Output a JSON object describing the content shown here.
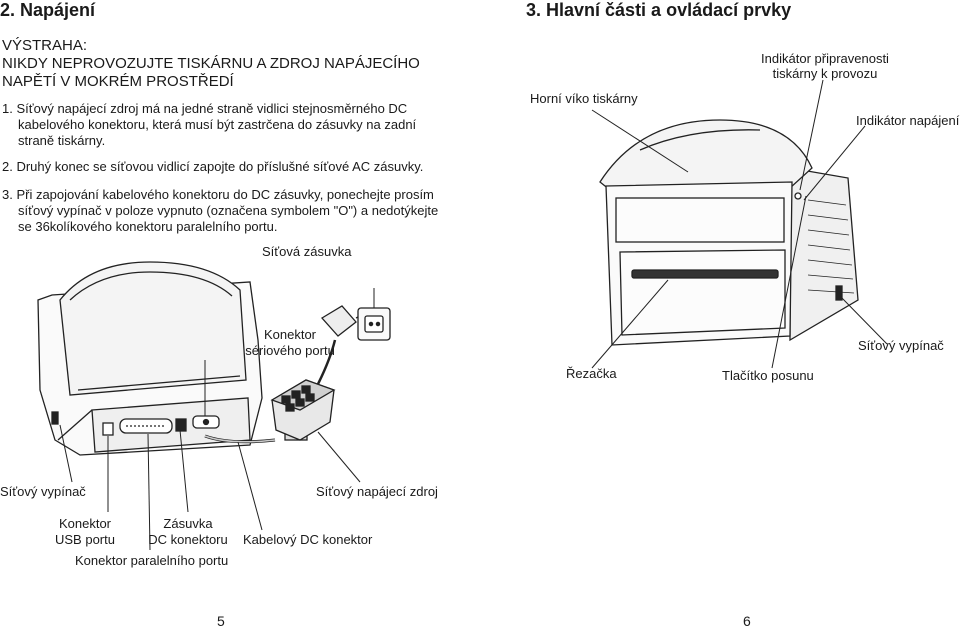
{
  "left": {
    "heading": "2. Napájení",
    "warning_line1": "VÝSTRAHA:",
    "warning_line2": "NIKDY NEPROVOZUJTE TISKÁRNU A ZDROJ NAPÁJECÍHO",
    "warning_line3": "NAPĚTÍ V MOKRÉM PROSTŘEDÍ",
    "steps": [
      {
        "l1": "1. Síťový napájecí zdroj má na jedné straně vidlici stejnosměrného DC",
        "l2": "kabelového konektoru, která musí být zastrčena do zásuvky na zadní",
        "l3": "straně tiskárny."
      },
      {
        "l1": "2. Druhý konec se síťovou vidlicí zapojte do příslušné síťové AC zásuvky."
      },
      {
        "l1": "3. Při zapojování kabelového konektoru do DC zásuvky, ponechejte prosím",
        "l2": "síťový vypínač v poloze vypnuto (označena symbolem \"O\") a nedotýkejte",
        "l3": "se 36kolíkového konektoru paralelního portu."
      }
    ],
    "labels": {
      "wall_socket": "Síťová zásuvka",
      "serial_l1": "Konektor",
      "serial_l2": "sériového portu",
      "power_switch": "Síťový vypínač",
      "power_supply": "Síťový napájecí zdroj",
      "usb_l1": "Konektor",
      "usb_l2": "USB portu",
      "dc_l1": "Zásuvka",
      "dc_l2": "DC konektoru",
      "dc_cable": "Kabelový DC konektor",
      "parallel": "Konektor paralelního portu"
    },
    "page_number": "5"
  },
  "right": {
    "heading": "3. Hlavní části a ovládací prvky",
    "labels": {
      "ready_l1": "Indikátor připravenosti",
      "ready_l2": "tiskárny k provozu",
      "top_cover": "Horní víko tiskárny",
      "power_indicator": "Indikátor napájení",
      "cutter": "Řezačka",
      "feed_button": "Tlačítko posunu",
      "power_switch": "Síťový vypínač"
    },
    "page_number": "6"
  }
}
